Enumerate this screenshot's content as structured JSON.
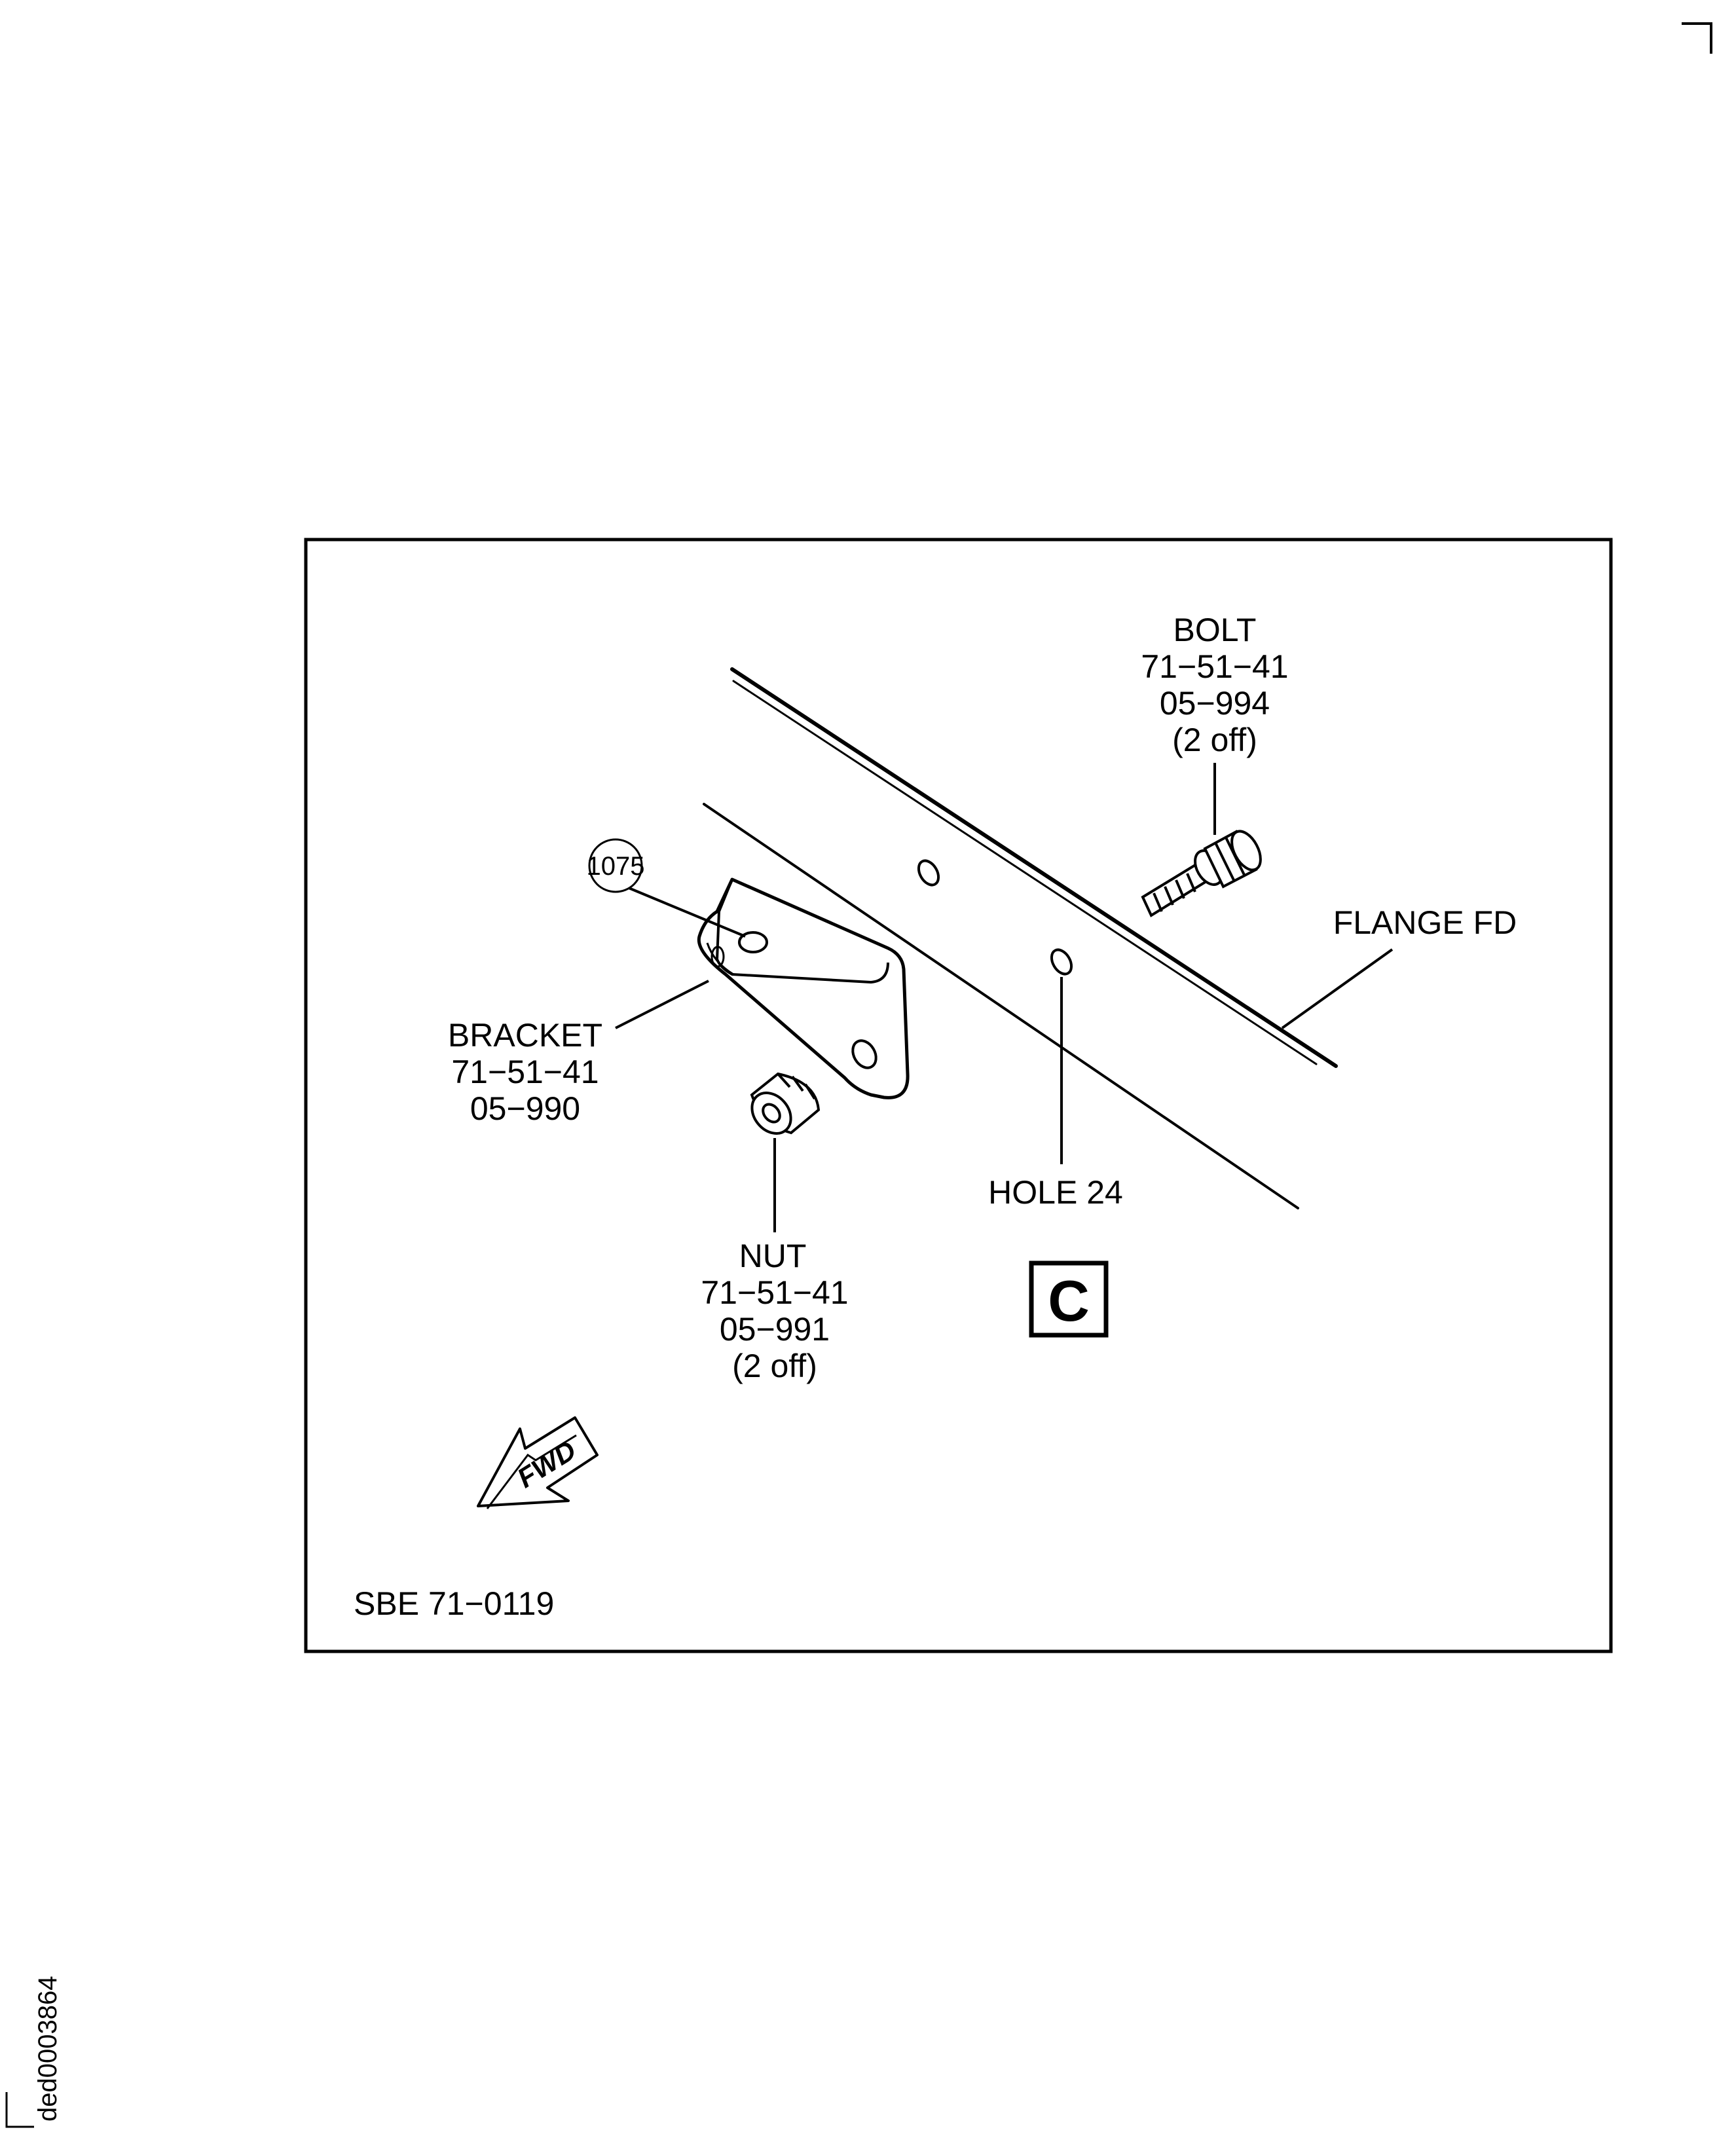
{
  "diagram": {
    "callout": "1075",
    "bolt": {
      "name": "BOLT",
      "part1": "71−51−41",
      "part2": "05−994",
      "qty": "(2 off)"
    },
    "flange": {
      "label": "FLANGE FD"
    },
    "bracket": {
      "name": "BRACKET",
      "part1": "71−51−41",
      "part2": "05−990"
    },
    "hole": {
      "label": "HOLE 24"
    },
    "nut": {
      "name": "NUT",
      "part1": "71−51−41",
      "part2": "05−991",
      "qty": "(2 off)"
    },
    "view_letter": "C",
    "fwd_arrow": "FWD",
    "figure_ref": "SBE 71−0119"
  },
  "side_code": "ded0003864",
  "colors": {
    "line": "#000000",
    "background": "#ffffff"
  }
}
